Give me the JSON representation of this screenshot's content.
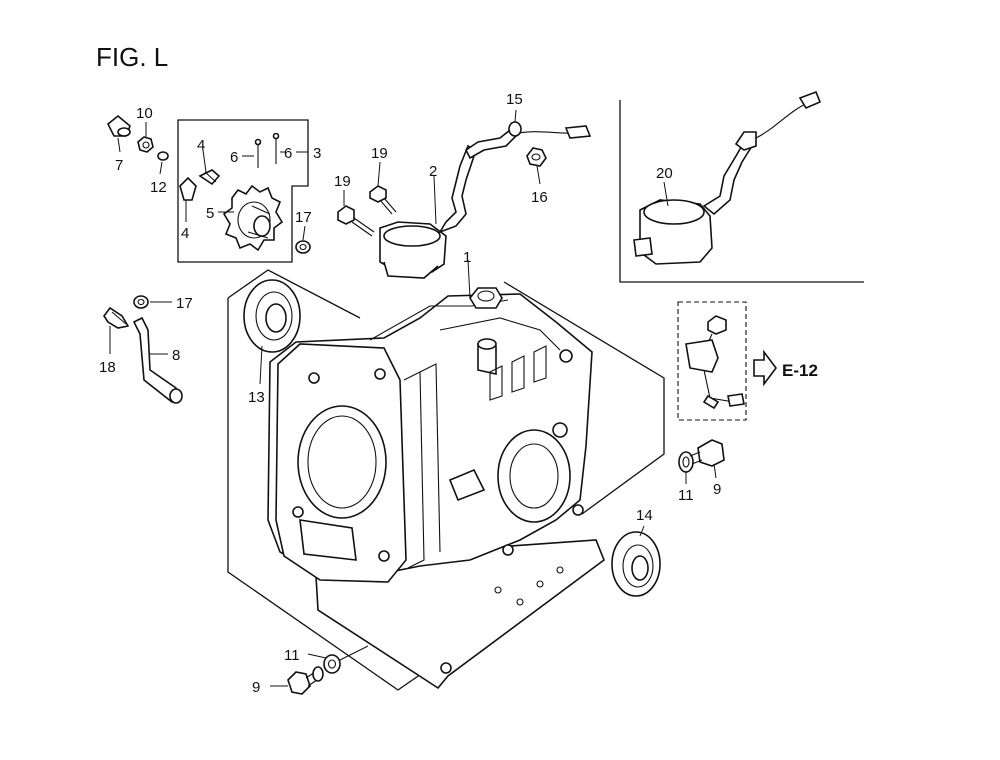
{
  "figure": {
    "title": "FIG. L"
  },
  "callouts": {
    "c1": "1",
    "c2": "2",
    "c3": "3",
    "c4a": "4",
    "c4b": "4",
    "c5": "5",
    "c6a": "6",
    "c6b": "6",
    "c7": "7",
    "c8": "8",
    "c9a": "9",
    "c9b": "9",
    "c10": "10",
    "c11a": "11",
    "c11b": "11",
    "c12": "12",
    "c13": "13",
    "c14": "14",
    "c15": "15",
    "c16": "16",
    "c17a": "17",
    "c17b": "17",
    "c18": "18",
    "c19a": "19",
    "c19b": "19",
    "c20": "20"
  },
  "reference": {
    "label": "E-12"
  }
}
